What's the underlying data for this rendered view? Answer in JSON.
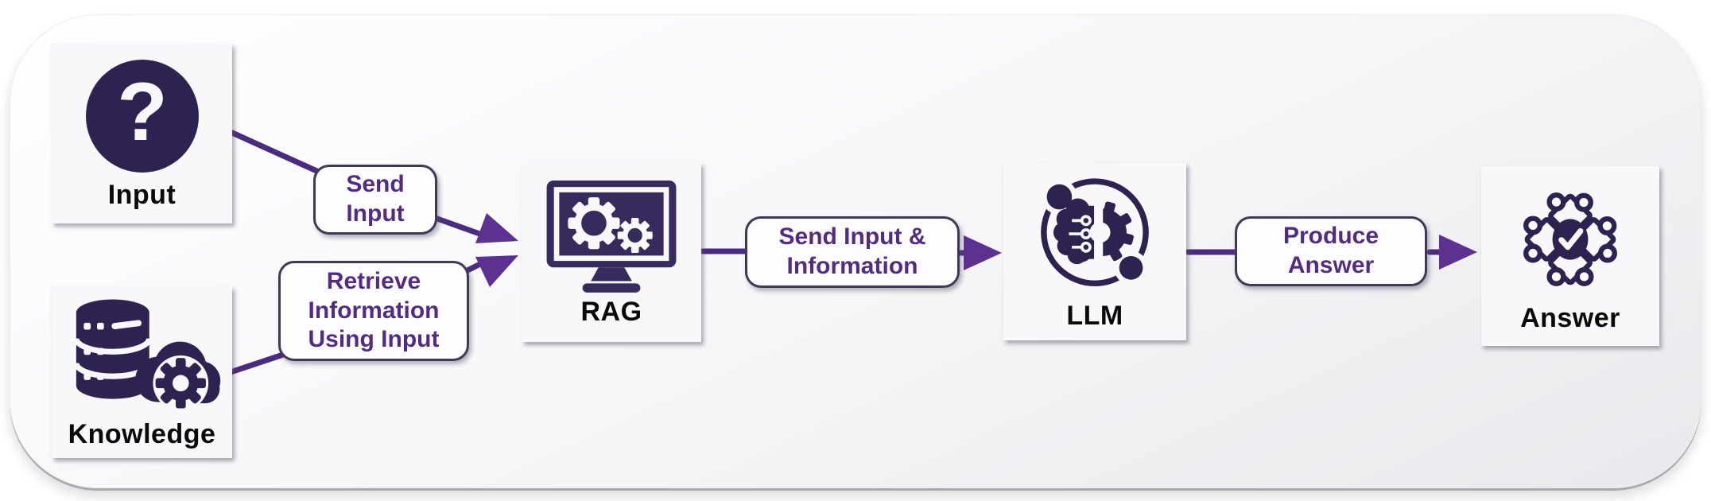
{
  "diagram": {
    "type": "flowchart",
    "nodes": [
      {
        "id": "input",
        "label": "Input",
        "icon": "question-mark-icon"
      },
      {
        "id": "knowledge",
        "label": "Knowledge",
        "icon": "database-gear-icon"
      },
      {
        "id": "rag",
        "label": "RAG",
        "icon": "monitor-gears-icon"
      },
      {
        "id": "llm",
        "label": "LLM",
        "icon": "brain-gear-icon"
      },
      {
        "id": "answer",
        "label": "Answer",
        "icon": "puzzle-check-icon"
      }
    ],
    "edges": [
      {
        "from": "Input",
        "to": "RAG",
        "display": "Send\nInput"
      },
      {
        "from": "Knowledge",
        "to": "RAG",
        "display": "Retrieve\nInformation\nUsing Input"
      },
      {
        "from": "RAG",
        "to": "LLM",
        "display": "Send Input &\nInformation"
      },
      {
        "from": "LLM",
        "to": "Answer",
        "display": "Produce\nAnswer"
      }
    ],
    "colors": {
      "icon_dark": "#2e2350",
      "monitor_purple": "#372a5c",
      "connector_line": "#4a2b7d",
      "arrowhead": "#5c3191",
      "edge_label_text": "#532c82",
      "edge_label_border": "#3f3957",
      "node_background": "#f8f8fa",
      "node_label_text": "#0a0a0a",
      "board_background_top": "#fefefe",
      "board_background_bottom": "#e9e9ed"
    }
  }
}
